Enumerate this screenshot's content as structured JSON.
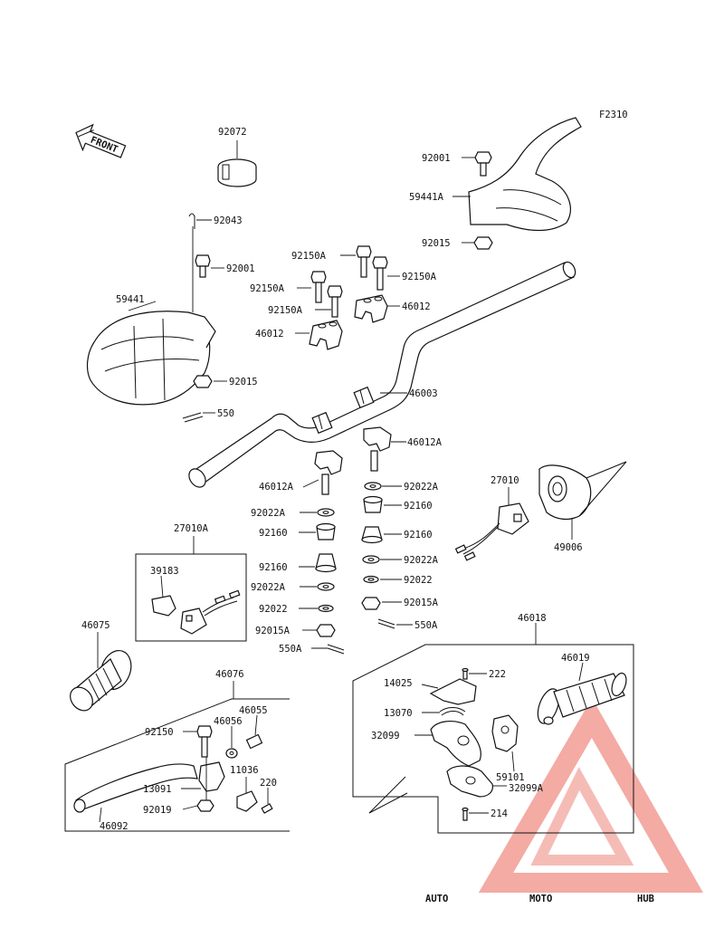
{
  "figure_code": "F2310",
  "front_arrow_label": "FRONT",
  "watermark": {
    "part1": "AUTO",
    "part2": "MOTO",
    "part3": "HUB",
    "color1": "#f2b64a",
    "color2": "#e8503a",
    "color3": "#555555"
  },
  "labels": {
    "p92072": "92072",
    "p92043": "92043",
    "p92001_l": "92001",
    "p59441": "59441",
    "p92015_l": "92015",
    "p550_l": "550",
    "p92001_r": "92001",
    "p59441A": "59441A",
    "p92015_r": "92015",
    "p92150A_1": "92150A",
    "p92150A_2": "92150A",
    "p92150A_3": "92150A",
    "p92150A_4": "92150A",
    "p46012_1": "46012",
    "p46012_2": "46012",
    "p46003": "46003",
    "p46012A_r": "46012A",
    "p46012A_l": "46012A",
    "p92022A_r1": "92022A",
    "p92160_r1": "92160",
    "p92160_r2": "92160",
    "p92022A_r2": "92022A",
    "p92022_r": "92022",
    "p92015A_r": "92015A",
    "p550A_r": "550A",
    "p92022A_l1": "92022A",
    "p92160_l1": "92160",
    "p92160_l2": "92160",
    "p92022A_l2": "92022A",
    "p92022_l": "92022",
    "p92015A_l": "92015A",
    "p550A_l": "550A",
    "p27010A": "27010A",
    "p39183": "39183",
    "p27010": "27010",
    "p49006": "49006",
    "p46075": "46075",
    "p46076": "46076",
    "p46055": "46055",
    "p46056": "46056",
    "p92150": "92150",
    "p11036": "11036",
    "p220": "220",
    "p13091": "13091",
    "p92019": "92019",
    "p46092": "46092",
    "p46018": "46018",
    "p46019": "46019",
    "p14025": "14025",
    "p222": "222",
    "p13070": "13070",
    "p32099": "32099",
    "p59101": "59101",
    "p32099A": "32099A",
    "p214": "214"
  }
}
